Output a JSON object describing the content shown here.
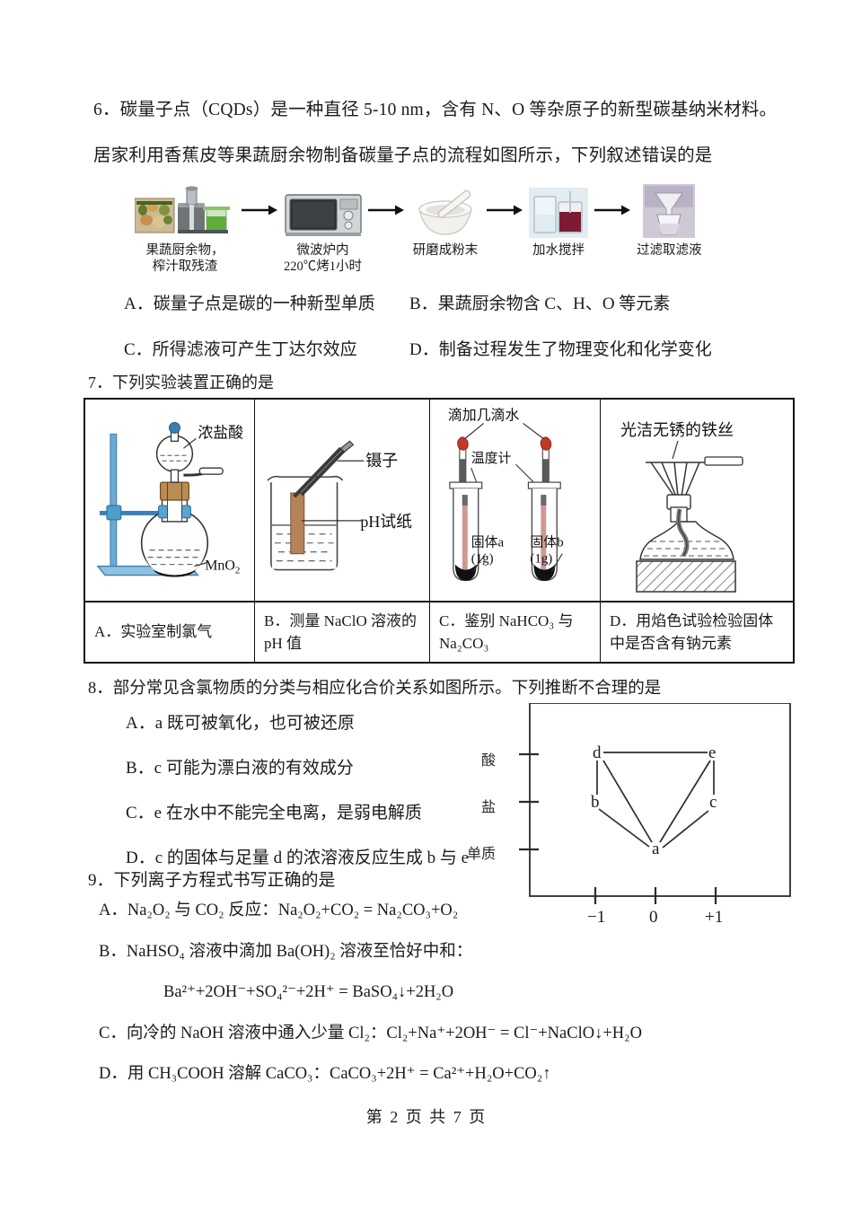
{
  "q6": {
    "stem_line1": "6．碳量子点（CQDs）是一种直径 5-10 nm，含有 N、O 等杂原子的新型碳基纳米材料。",
    "stem_line2": "居家利用香蕉皮等果蔬厨余物制备碳量子点的流程如图所示，下列叙述错误的是",
    "flow": [
      {
        "icon": "vegetable-juicer-icon",
        "caption": "果蔬厨余物，\n榨汁取残渣"
      },
      {
        "icon": "microwave-oven-icon",
        "caption": "微波炉内\n220℃烤1小时"
      },
      {
        "icon": "mortar-pestle-icon",
        "caption": "研磨成粉末"
      },
      {
        "icon": "beaker-stirring-icon",
        "caption": "加水搅拌"
      },
      {
        "icon": "filter-funnel-icon",
        "caption": "过滤取滤液"
      }
    ],
    "options": [
      "A．碳量子点是碳的一种新型单质",
      "B．果蔬厨余物含 C、H、O 等元素",
      "C．所得滤液可产生丁达尔效应",
      "D．制备过程发生了物理变化和化学变化"
    ]
  },
  "q7": {
    "stem": "7．下列实验装置正确的是",
    "figures": [
      {
        "name": "chlorine-generator-figure",
        "labels": [
          "浓盐酸",
          "MnO₂"
        ]
      },
      {
        "name": "ph-paper-beaker-figure",
        "labels": [
          "镊子",
          "pH试纸"
        ]
      },
      {
        "name": "test-tube-thermometer-figure",
        "labels": [
          "滴加几滴水",
          "温度计",
          "固体a",
          "(1g)",
          "固体b",
          "(1g)"
        ]
      },
      {
        "name": "flame-test-figure",
        "labels": [
          "光洁无锈的铁丝"
        ]
      }
    ],
    "captions": [
      "A．实验室制氯气",
      "B．测量 NaClO 溶液的 pH 值",
      "C．鉴别 NaHCO₃ 与 Na₂CO₃",
      "D．用焰色试验检验固体中是否含有钠元素"
    ]
  },
  "q8": {
    "stem": "8．部分常见含氯物质的分类与相应化合价关系如图所示。下列推断不合理的是",
    "options": [
      "A．a 既可被氧化，也可被还原",
      "B．c 可能为漂白液的有效成分",
      "C．e 在水中不能完全电离，是弱电解质",
      "D．c 的固体与足量 d 的浓溶液反应生成 b 与 e"
    ]
  },
  "chart_data": {
    "type": "scatter",
    "title": "",
    "xlabel": "",
    "ylabel": "",
    "x_ticks": [
      "−1",
      "0",
      "+1"
    ],
    "x_tick_values": [
      -1,
      0,
      1
    ],
    "y_ticks": [
      "酸",
      "盐",
      "单质"
    ],
    "y_tick_values": [
      3,
      2,
      1
    ],
    "xlim": [
      -1.8,
      1.8
    ],
    "ylim": [
      0.3,
      3.8
    ],
    "grid": false,
    "legend": "none",
    "points": [
      {
        "label": "a",
        "x": 0,
        "y": 1
      },
      {
        "label": "b",
        "x": -1,
        "y": 2
      },
      {
        "label": "c",
        "x": 1,
        "y": 2
      },
      {
        "label": "d",
        "x": -1,
        "y": 3
      },
      {
        "label": "e",
        "x": 1,
        "y": 3
      }
    ],
    "edges": [
      {
        "from": "d",
        "to": "e"
      },
      {
        "from": "d",
        "to": "b"
      },
      {
        "from": "d",
        "to": "a"
      },
      {
        "from": "b",
        "to": "a"
      },
      {
        "from": "a",
        "to": "c"
      },
      {
        "from": "a",
        "to": "e"
      },
      {
        "from": "e",
        "to": "c"
      }
    ]
  },
  "q9": {
    "stem": "9．下列离子方程式书写正确的是",
    "optA": "A．Na₂O₂ 与 CO₂ 反应：Na₂O₂+CO₂ = Na₂CO₃+O₂",
    "optB": "B．NaHSO₄ 溶液中滴加 Ba(OH)₂ 溶液至恰好中和：",
    "optB_eq": "Ba²⁺+2OH⁻+SO₄²⁻+2H⁺ = BaSO₄↓+2H₂O",
    "optC": "C．向冷的 NaOH 溶液中通入少量 Cl₂：Cl₂+Na⁺+2OH⁻ = Cl⁻+NaClO↓+H₂O",
    "optD": "D．用 CH₃COOH 溶解 CaCO₃：CaCO₃+2H⁺ = Ca²⁺+H₂O+CO₂↑"
  },
  "footer": {
    "text": "第 2 页 共 7 页"
  },
  "colors": {
    "ink": "#1b1b1b",
    "rule": "#111111",
    "glass_blue": "#3d7fb5",
    "thermo_red": "#c0392b",
    "paper_tan": "#b5835a"
  }
}
